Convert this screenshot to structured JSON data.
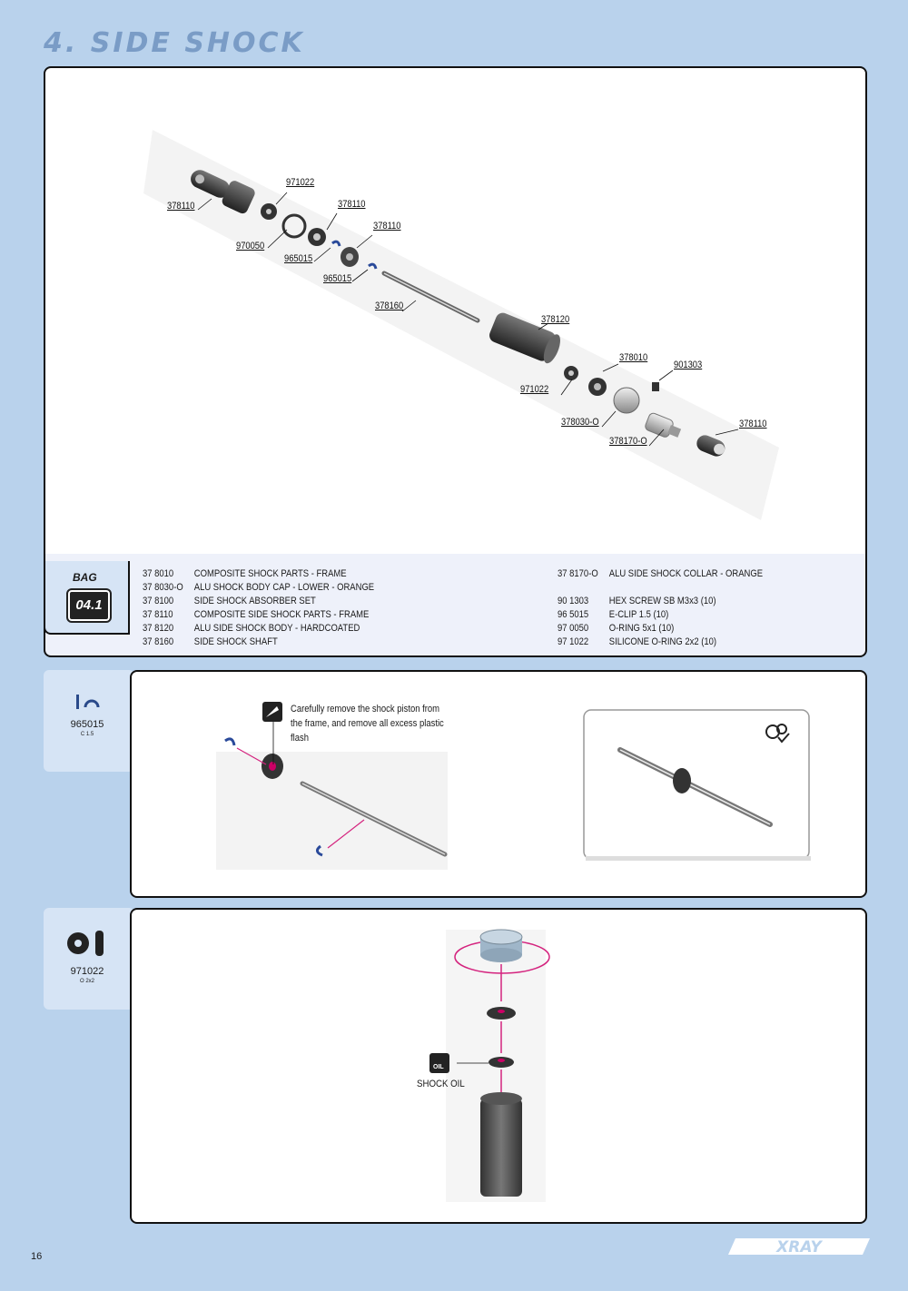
{
  "page": {
    "title": "4. SIDE SHOCK",
    "page_number": "16",
    "brand": "XRAY"
  },
  "exploded_view": {
    "callouts": [
      "378110",
      "971022",
      "378110",
      "378110",
      "970050",
      "965015",
      "965015",
      "378160",
      "378120",
      "378010",
      "901303",
      "971022",
      "378030-O",
      "378170-O",
      "378110"
    ]
  },
  "bag": {
    "label": "BAG",
    "number": "04.1"
  },
  "parts_left": [
    {
      "code": "37 8010",
      "desc": "COMPOSITE SHOCK PARTS - FRAME"
    },
    {
      "code": "37 8030-O",
      "desc": "ALU SHOCK BODY CAP - LOWER - ORANGE"
    },
    {
      "code": "37 8100",
      "desc": "SIDE SHOCK ABSORBER SET"
    },
    {
      "code": "37 8110",
      "desc": "COMPOSITE SIDE SHOCK PARTS - FRAME"
    },
    {
      "code": "37 8120",
      "desc": "ALU SIDE SHOCK BODY - HARDCOATED"
    },
    {
      "code": "37 8160",
      "desc": "SIDE SHOCK SHAFT"
    }
  ],
  "parts_right": [
    {
      "code": "37 8170-O",
      "desc": "ALU SIDE SHOCK COLLAR - ORANGE"
    },
    {
      "code": "",
      "desc": ""
    },
    {
      "code": "90 1303",
      "desc": "HEX SCREW SB M3x3  (10)"
    },
    {
      "code": "96 5015",
      "desc": "E-CLIP 1.5  (10)"
    },
    {
      "code": "97 0050",
      "desc": "O-RING 5x1  (10)"
    },
    {
      "code": "97 1022",
      "desc": "SILICONE O-RING 2x2  (10)"
    }
  ],
  "step1": {
    "part_code": "965015",
    "part_sub": "C 1.5",
    "note": "Carefully remove the shock piston from the frame, and remove all excess plastic flash"
  },
  "step2": {
    "part_code": "971022",
    "part_sub": "O 2x2",
    "oil_label": "SHOCK OIL",
    "oil_icon_text": "OIL"
  },
  "colors": {
    "background": "#b9d2ec",
    "tab": "#d6e4f5",
    "title": "#7a9cc6",
    "accent": "#d4237e"
  }
}
